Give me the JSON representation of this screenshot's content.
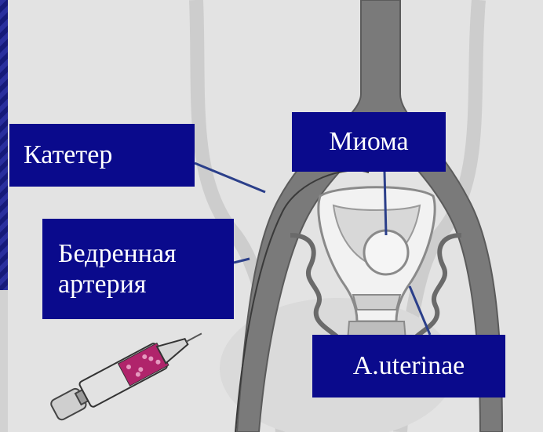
{
  "labels": {
    "catheter": "Катетер",
    "myoma": "Миома",
    "femoral_line1": "Бедренная",
    "femoral_line2": "артерия",
    "uterine": "A.uterinae"
  },
  "colors": {
    "background_stripes": [
      "#2a2f9e",
      "#161a7a"
    ],
    "label_box": "#0a0a8c",
    "label_text": "#ffffff",
    "illustration_bg": "#e6e6e6",
    "vessel": "#6f6f6f",
    "pointer_line": "#2b3f8a",
    "syringe_plunger_accent": "#b0246b"
  },
  "icons": {
    "syringe": "syringe-icon",
    "uterus": "uterus-illustration"
  }
}
